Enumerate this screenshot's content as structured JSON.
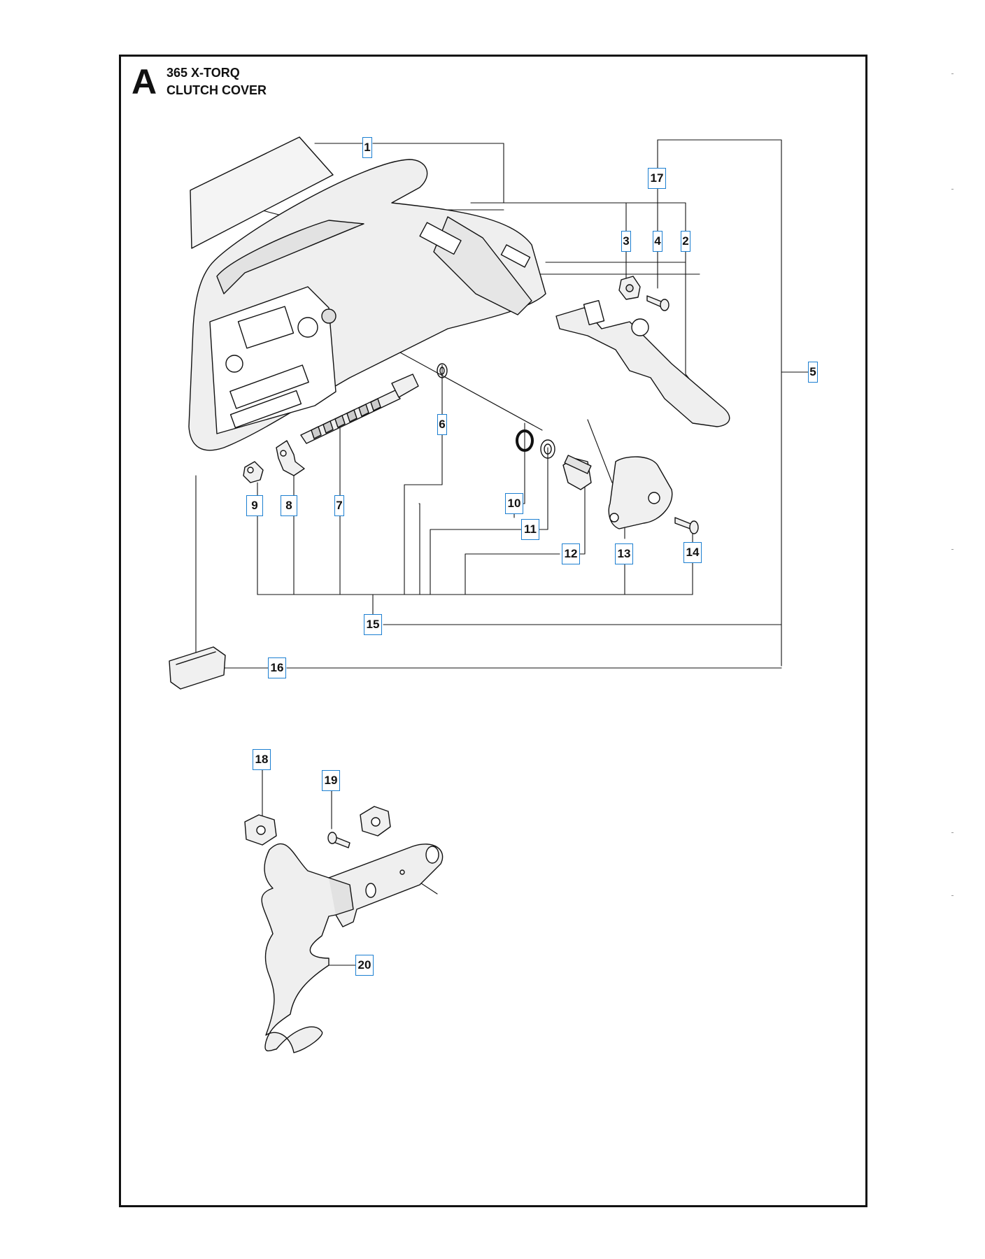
{
  "section": {
    "letter": "A",
    "model": "365 X-TORQ",
    "title": "CLUTCH COVER"
  },
  "callouts": [
    {
      "label": "1"
    },
    {
      "label": "2"
    },
    {
      "label": "3"
    },
    {
      "label": "4"
    },
    {
      "label": "5"
    },
    {
      "label": "6"
    },
    {
      "label": "7"
    },
    {
      "label": "8"
    },
    {
      "label": "9"
    },
    {
      "label": "10"
    },
    {
      "label": "11"
    },
    {
      "label": "12"
    },
    {
      "label": "13"
    },
    {
      "label": "14"
    },
    {
      "label": "15"
    },
    {
      "label": "16"
    },
    {
      "label": "17"
    },
    {
      "label": "18"
    },
    {
      "label": "19"
    },
    {
      "label": "20"
    }
  ],
  "colors": {
    "callout_border": "#1c7fd1",
    "line": "#111111",
    "part_fill": "#efefef"
  }
}
